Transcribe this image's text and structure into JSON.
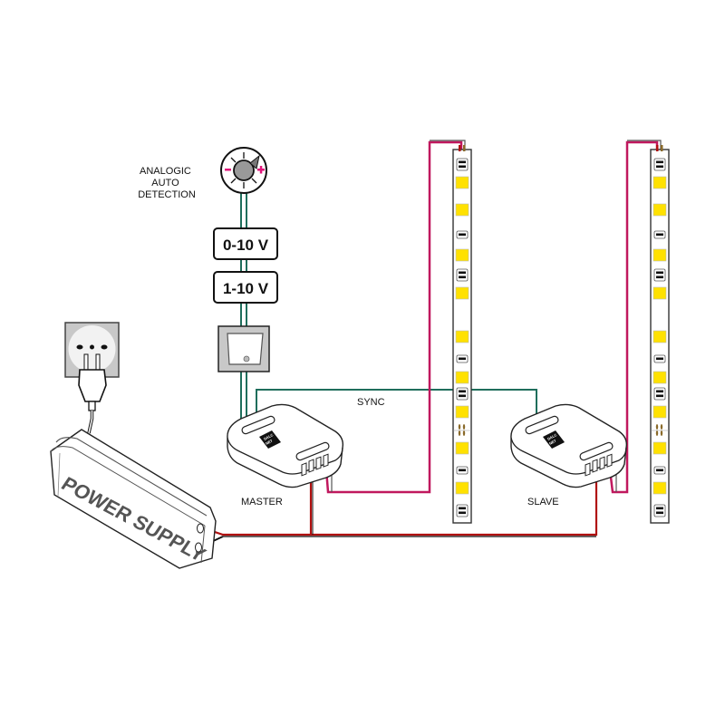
{
  "diagram": {
    "title": "LED strip wiring with master/slave dimmer controllers",
    "labels": {
      "analog_detection": [
        "ANALOGIC",
        "AUTO",
        "DETECTION"
      ],
      "voltage_0_10": "0-10 V",
      "voltage_1_10": "1-10 V",
      "sync": "SYNC",
      "master": "MASTER",
      "slave": "SLAVE",
      "power_supply": "POWER SUPPLY",
      "controller_logo": [
        "DALC",
        "NET"
      ],
      "knob_minus": "-",
      "knob_plus": "+"
    },
    "components": [
      {
        "id": "wall-socket",
        "type": "power outlet with plug"
      },
      {
        "id": "power-supply",
        "type": "power supply unit"
      },
      {
        "id": "potentiometer",
        "type": "analog dimmer knob"
      },
      {
        "id": "input-0-10v",
        "type": "0-10 V input"
      },
      {
        "id": "input-1-10v",
        "type": "1-10 V input"
      },
      {
        "id": "push-switch",
        "type": "rocker/push switch"
      },
      {
        "id": "master-controller",
        "type": "DALC NET controller (master)"
      },
      {
        "id": "slave-controller",
        "type": "DALC NET controller (slave)"
      },
      {
        "id": "led-strip-1",
        "type": "LED strip"
      },
      {
        "id": "led-strip-2",
        "type": "LED strip"
      }
    ],
    "connections": [
      {
        "from": "potentiometer",
        "to": "master-controller",
        "via": [
          "input-0-10v",
          "input-1-10v",
          "push-switch"
        ],
        "wire": "control"
      },
      {
        "from": "master-controller",
        "to": "slave-controller",
        "wire": "sync"
      },
      {
        "from": "power-supply",
        "to": "master-controller",
        "wire": "dc-power"
      },
      {
        "from": "power-supply",
        "to": "slave-controller",
        "wire": "dc-power"
      },
      {
        "from": "master-controller",
        "to": "led-strip-1",
        "wire": "led-output"
      },
      {
        "from": "slave-controller",
        "to": "led-strip-2",
        "wire": "led-output"
      }
    ],
    "colors": {
      "control_wire": "#1f6e5c",
      "led_wire": "#c0185e",
      "power_positive": "#b01010",
      "power_negative": "#111111",
      "led_chip": "#ffe100",
      "outline": "#222222",
      "panel_gray": "#c8c8c8"
    }
  }
}
